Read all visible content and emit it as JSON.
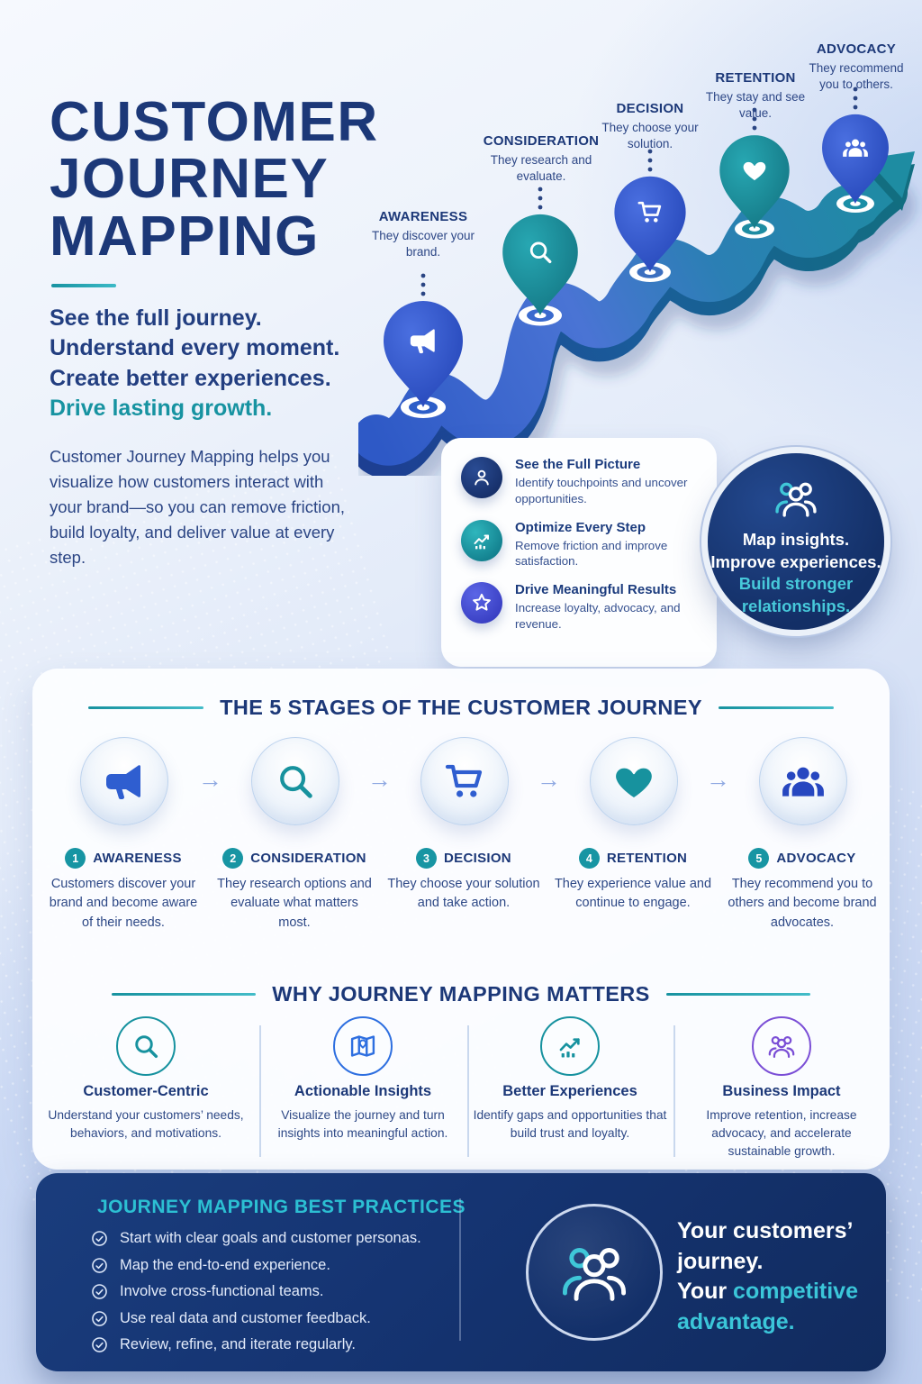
{
  "colors": {
    "navy": "#1c3878",
    "teal": "#1793a1",
    "cyan": "#3bc6d9",
    "blue": "#2d56c8",
    "panel_navy": "#153472",
    "purple": "#7b4fd6"
  },
  "header": {
    "title_lines": [
      "CUSTOMER",
      "JOURNEY",
      "MAPPING"
    ],
    "tagline_lines": [
      "See the full journey.",
      "Understand every moment.",
      "Create better experiences."
    ],
    "tagline_accent": "Drive lasting growth.",
    "intro": "Customer Journey Mapping helps you visualize how customers interact with your brand—so you can remove friction, build loyalty, and deliver value at every step."
  },
  "journey": {
    "stages": [
      {
        "label": "AWARENESS",
        "caption": "They discover your brand.",
        "icon": "megaphone-icon",
        "pin_color": "blue"
      },
      {
        "label": "CONSIDERATION",
        "caption": "They research and evaluate.",
        "icon": "search-icon",
        "pin_color": "teal"
      },
      {
        "label": "DECISION",
        "caption": "They choose your solution.",
        "icon": "cart-icon",
        "pin_color": "blue"
      },
      {
        "label": "RETENTION",
        "caption": "They stay and see value.",
        "icon": "heart-icon",
        "pin_color": "teal"
      },
      {
        "label": "ADVOCACY",
        "caption": "They recommend you to others.",
        "icon": "group-icon",
        "pin_color": "blue"
      }
    ]
  },
  "benefits_card": {
    "items": [
      {
        "icon": "person-icon",
        "title": "See the Full Picture",
        "desc": "Identify touchpoints and uncover opportunities."
      },
      {
        "icon": "trend-chart-icon",
        "title": "Optimize Every Step",
        "desc": "Remove friction and improve satisfaction."
      },
      {
        "icon": "star-icon",
        "title": "Drive Meaningful Results",
        "desc": "Increase loyalty, advocacy, and revenue."
      }
    ]
  },
  "badge": {
    "icon": "group-outline-icon",
    "lines": [
      "Map insights.",
      "Improve experiences."
    ],
    "accent_lines": [
      "Build stronger",
      "relationships."
    ]
  },
  "stages_section": {
    "title": "THE 5 STAGES OF THE CUSTOMER JOURNEY",
    "arrow_glyph": "→",
    "stages": [
      {
        "num": "1",
        "name": "AWARENESS",
        "icon": "megaphone-icon",
        "desc": "Customers discover your brand and become aware of their needs."
      },
      {
        "num": "2",
        "name": "CONSIDERATION",
        "icon": "search-icon",
        "desc": "They research options and evaluate what matters most."
      },
      {
        "num": "3",
        "name": "DECISION",
        "icon": "cart-icon",
        "desc": "They choose your solution and take action."
      },
      {
        "num": "4",
        "name": "RETENTION",
        "icon": "heart-icon",
        "desc": "They experience value and continue to engage."
      },
      {
        "num": "5",
        "name": "ADVOCACY",
        "icon": "group-icon",
        "desc": "They recommend you to others and become brand advocates."
      }
    ]
  },
  "why_section": {
    "title": "WHY JOURNEY MAPPING MATTERS",
    "items": [
      {
        "icon": "search-icon",
        "title": "Customer-Centric",
        "desc": "Understand your customers’ needs, behaviors, and motivations."
      },
      {
        "icon": "map-icon",
        "title": "Actionable Insights",
        "desc": "Visualize the journey and turn insights into meaningful action."
      },
      {
        "icon": "trend-chart-icon",
        "title": "Better Experiences",
        "desc": "Identify gaps and opportunities that build trust and loyalty."
      },
      {
        "icon": "group-outline-icon",
        "title": "Business Impact",
        "desc": "Improve retention, increase advocacy, and accelerate sustainable growth."
      }
    ]
  },
  "best_practices": {
    "title": "JOURNEY MAPPING BEST PRACTICES",
    "items": [
      "Start with clear goals and customer personas.",
      "Map the end-to-end experience.",
      "Involve cross-functional teams.",
      "Use real data and customer feedback.",
      "Review, refine, and iterate regularly."
    ],
    "closing": {
      "white_lines": [
        "Your customers’",
        "journey."
      ],
      "mixed_prefix": "Your ",
      "accent_text": "competitive advantage."
    }
  }
}
